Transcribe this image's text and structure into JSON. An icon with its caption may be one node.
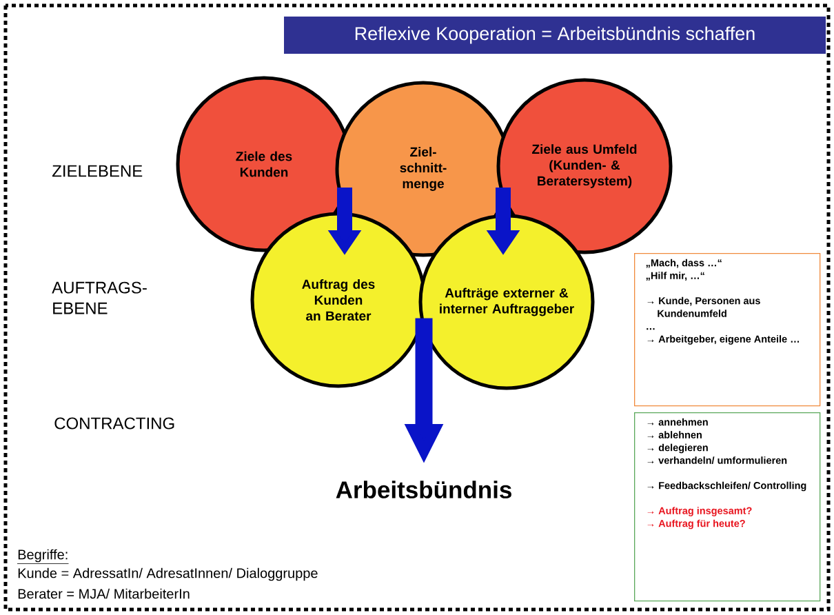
{
  "diagram": {
    "title": "Reflexive Kooperation = Arbeitsbündnis schaffen",
    "nodes": [
      {
        "text": [
          "Ziele des Kunden"
        ]
      },
      {
        "text": [
          "Ziel- schnitt- menge"
        ]
      },
      {
        "text": [
          "Ziele aus Umfeld (Kunden- & Beratersystem)"
        ]
      },
      {
        "text": [
          "Auftrag des Kunden an Berater"
        ]
      },
      {
        "text": [
          "Aufträge externer & interner Auftraggeber"
        ]
      },
      {
        "text": [
          "Arbeitsbündnis"
        ]
      },
      {
        "text": [
          "„Mach, dass …“",
          "„Hilf mir, …“",
          "→ Kunde, Personen aus Kundenumfeld",
          "…",
          "→ Arbeitgeber, eigene Anteile …"
        ]
      },
      {
        "text": [
          "→ annehmen",
          "→ ablehnen",
          "→ delegieren",
          "→ verhandeln/ umformulieren",
          "→ Feedbackschleifen/ Controlling",
          "→ Auftrag insgesamt?",
          "→ Auftrag für heute?"
        ]
      }
    ],
    "edges": [
      {
        "from": 1,
        "to": 3,
        "arrow": "to"
      },
      {
        "from": 1,
        "to": 4,
        "arrow": "to"
      },
      {
        "from": 3,
        "to": 5,
        "arrow": "to"
      },
      {
        "from": 4,
        "to": 5,
        "arrow": "to"
      }
    ],
    "labels": [
      "ZIELEBENE",
      "AUFTRAGS- EBENE",
      "CONTRACTING",
      "Begriffe:",
      "Kunde = AdressatIn/ AdresatInnen/ Dialoggruppe",
      "Berater = MJA/ MitarbeiterIn"
    ]
  }
}
